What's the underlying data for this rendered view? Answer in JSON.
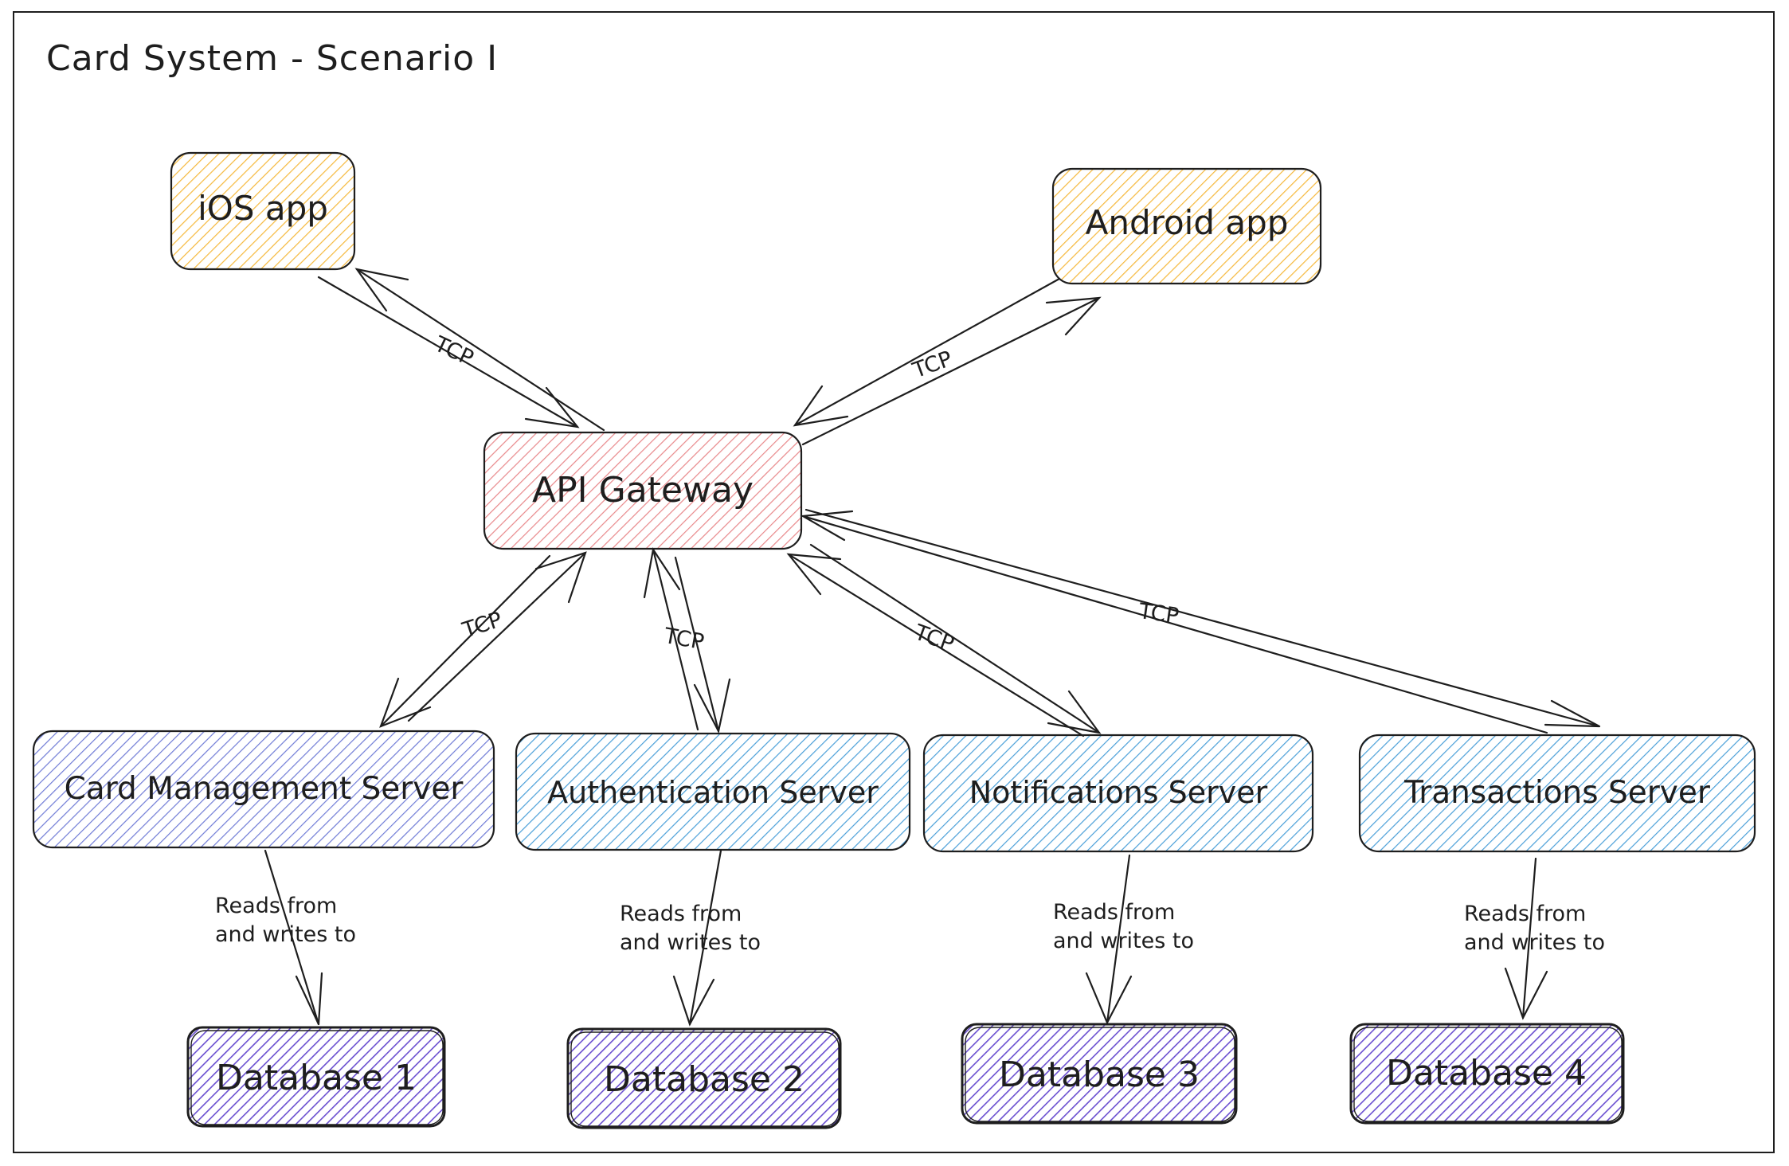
{
  "title": "Card System - Scenario I",
  "colors": {
    "client": "#f5b83b",
    "gateway": "#e8878a",
    "server_blue": "#4a9fd8",
    "server_violet": "#6f7bd6",
    "database": "#6a4fd0",
    "stroke": "#1e1e1e"
  },
  "nodes": {
    "ios": {
      "label": "iOS app"
    },
    "android": {
      "label": "Android app"
    },
    "gateway": {
      "label": "API Gateway"
    },
    "card_mgmt": {
      "label": "Card Management Server"
    },
    "auth": {
      "label": "Authentication Server"
    },
    "notif": {
      "label": "Notifications Server"
    },
    "trans": {
      "label": "Transactions Server"
    },
    "db1": {
      "label": "Database 1"
    },
    "db2": {
      "label": "Database 2"
    },
    "db3": {
      "label": "Database 3"
    },
    "db4": {
      "label": "Database 4"
    }
  },
  "edges": {
    "tcp_label": "TCP",
    "reads_line1": "Reads from",
    "reads_line2": "and writes to"
  }
}
